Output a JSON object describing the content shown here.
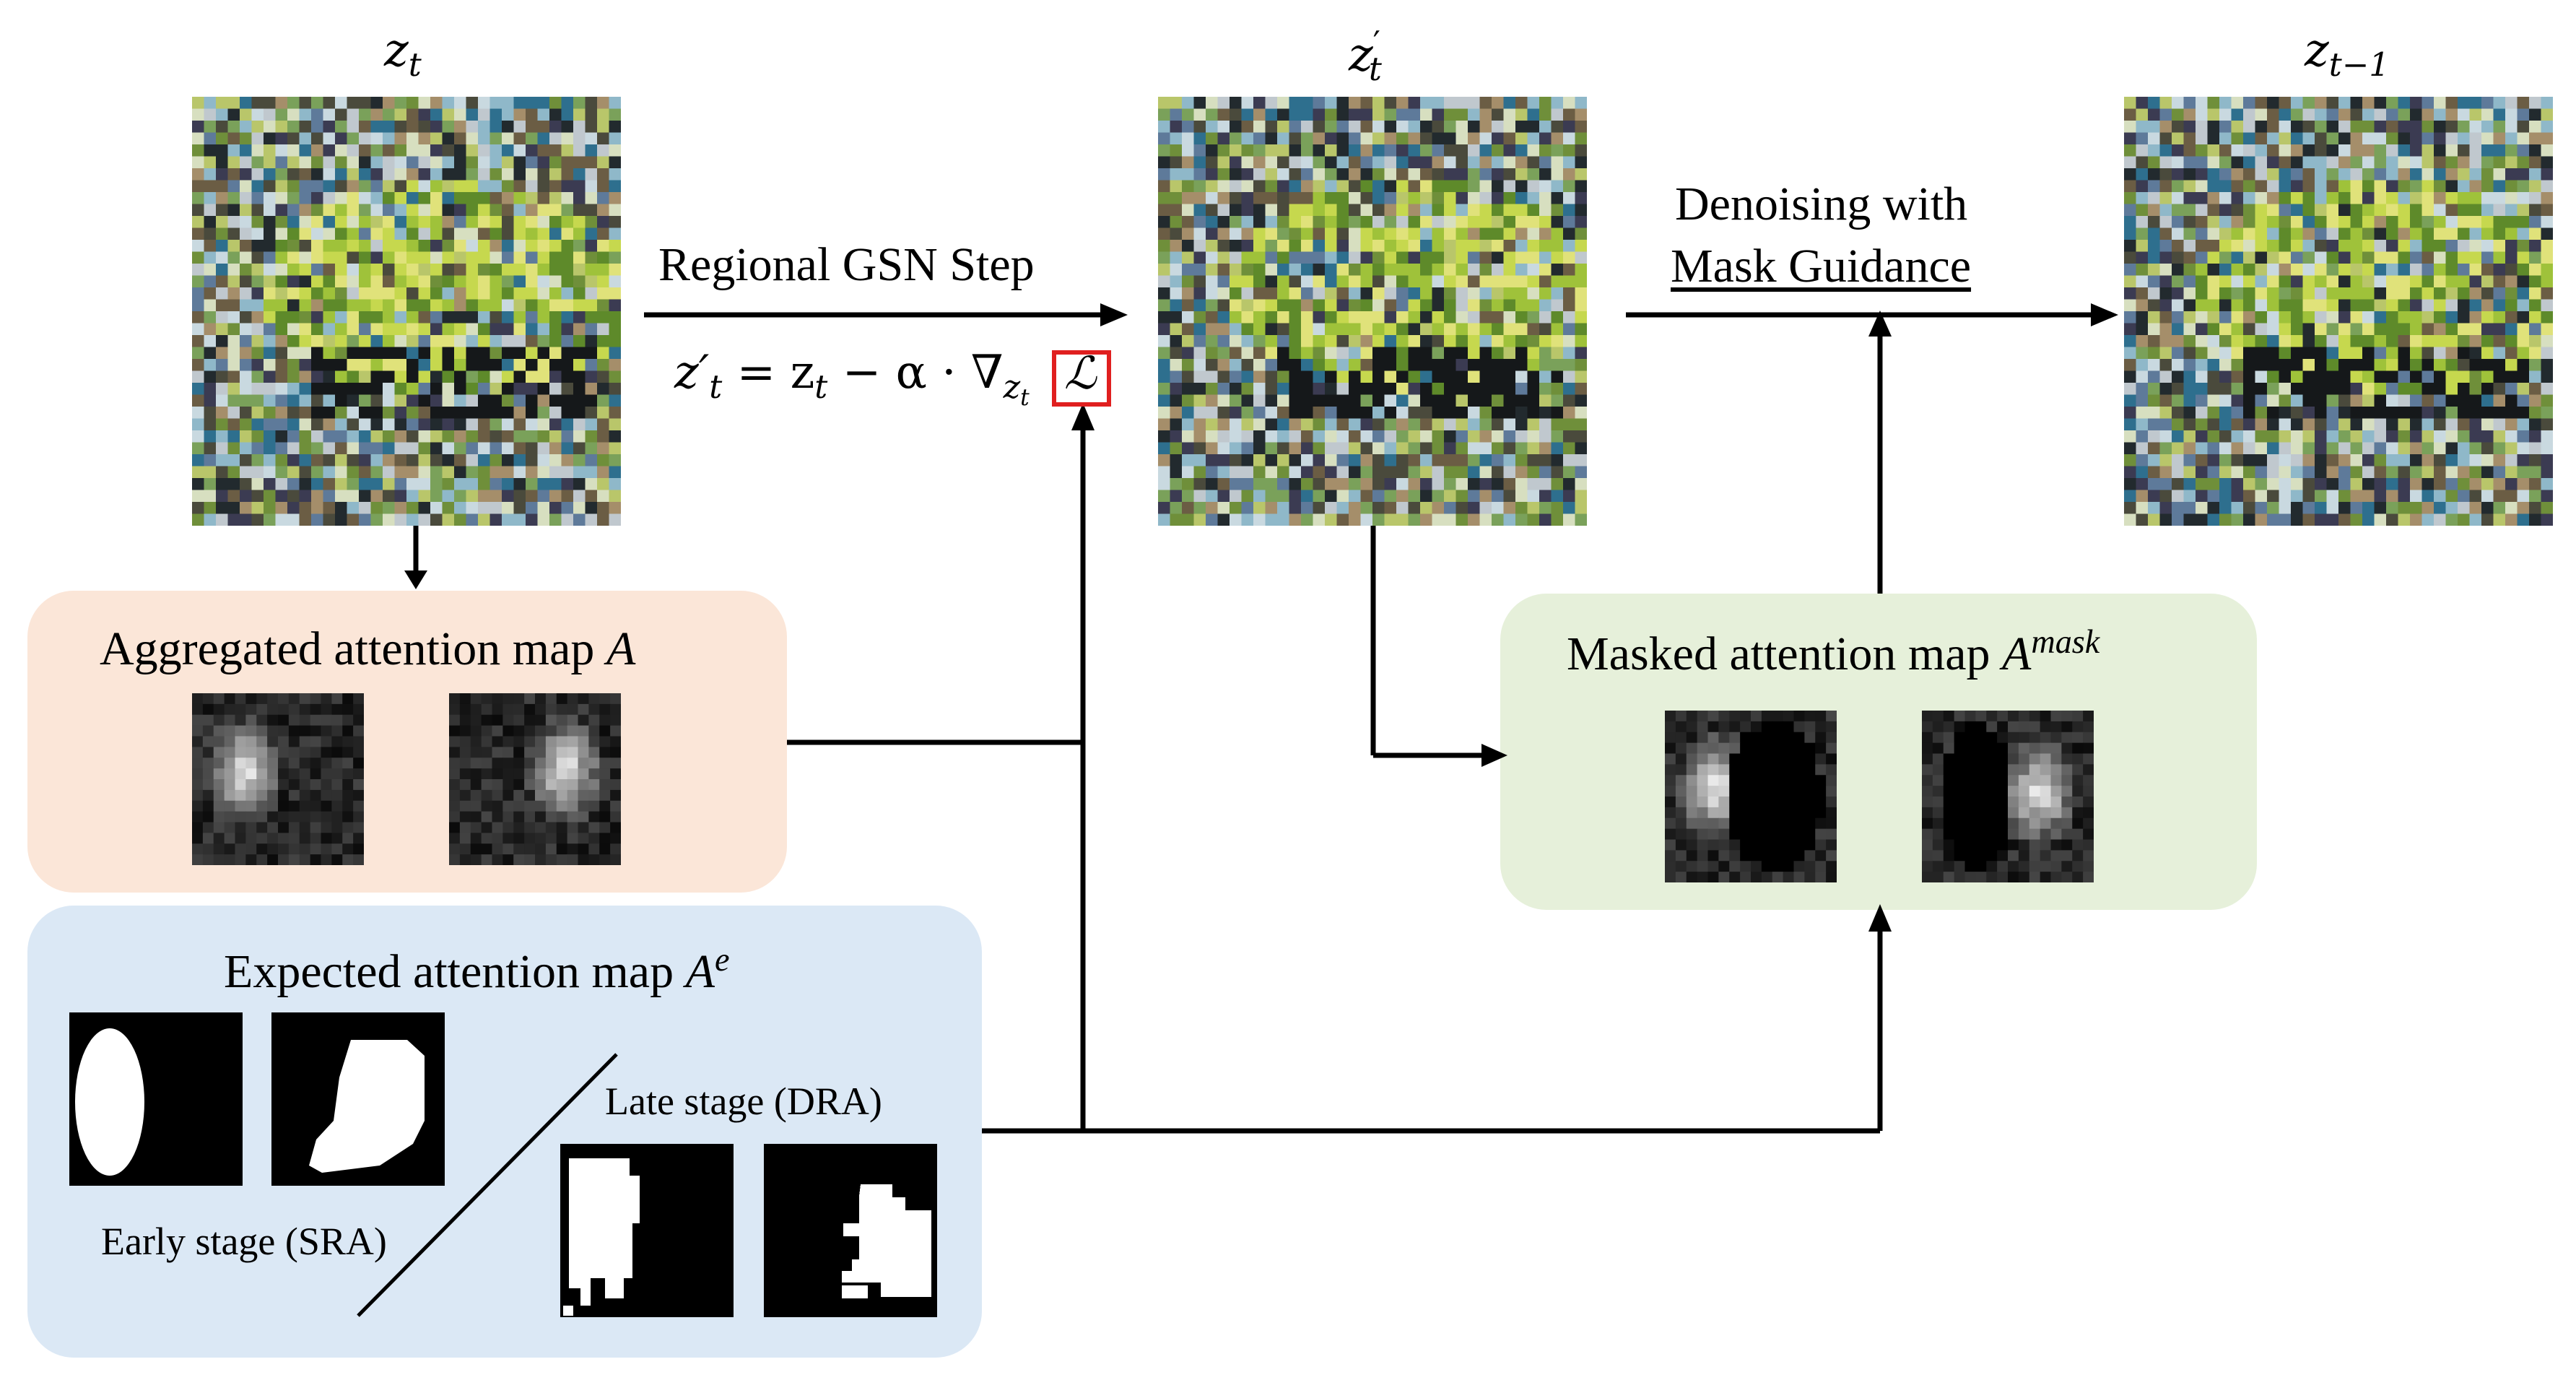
{
  "latents": {
    "zt": "z_t",
    "zt_prime": "z′_t",
    "zt_minus_1": "z_{t−1}"
  },
  "steps": {
    "regional_gsn_title": "Regional GSN Step",
    "update_rule": {
      "lhs": "z′",
      "lhs_sub": "t",
      "rhs_a": "= z",
      "rhs_a_sub": "t",
      "rhs_b": " − α · ∇",
      "grad_sub": "z",
      "grad_sub_sub": "t",
      "loss": "ℒ"
    },
    "denoise_line1": "Denoising with",
    "denoise_line2": "Mask Guidance"
  },
  "panels": {
    "aggregated": {
      "title": "Aggregated attention map ",
      "symbol": "A",
      "color": "#fbe6d8"
    },
    "masked": {
      "title": "Masked attention map ",
      "symbol": "A",
      "sup": "mask",
      "color": "#e6f0da"
    },
    "expected": {
      "title": "Expected attention map ",
      "symbol": "A",
      "sup": "e",
      "early_label": "Early stage (SRA)",
      "late_label": "Late stage (DRA)",
      "color": "#dbe8f5"
    }
  },
  "colors": {
    "loss_box": "#e01f1f",
    "arrow": "#000000"
  }
}
